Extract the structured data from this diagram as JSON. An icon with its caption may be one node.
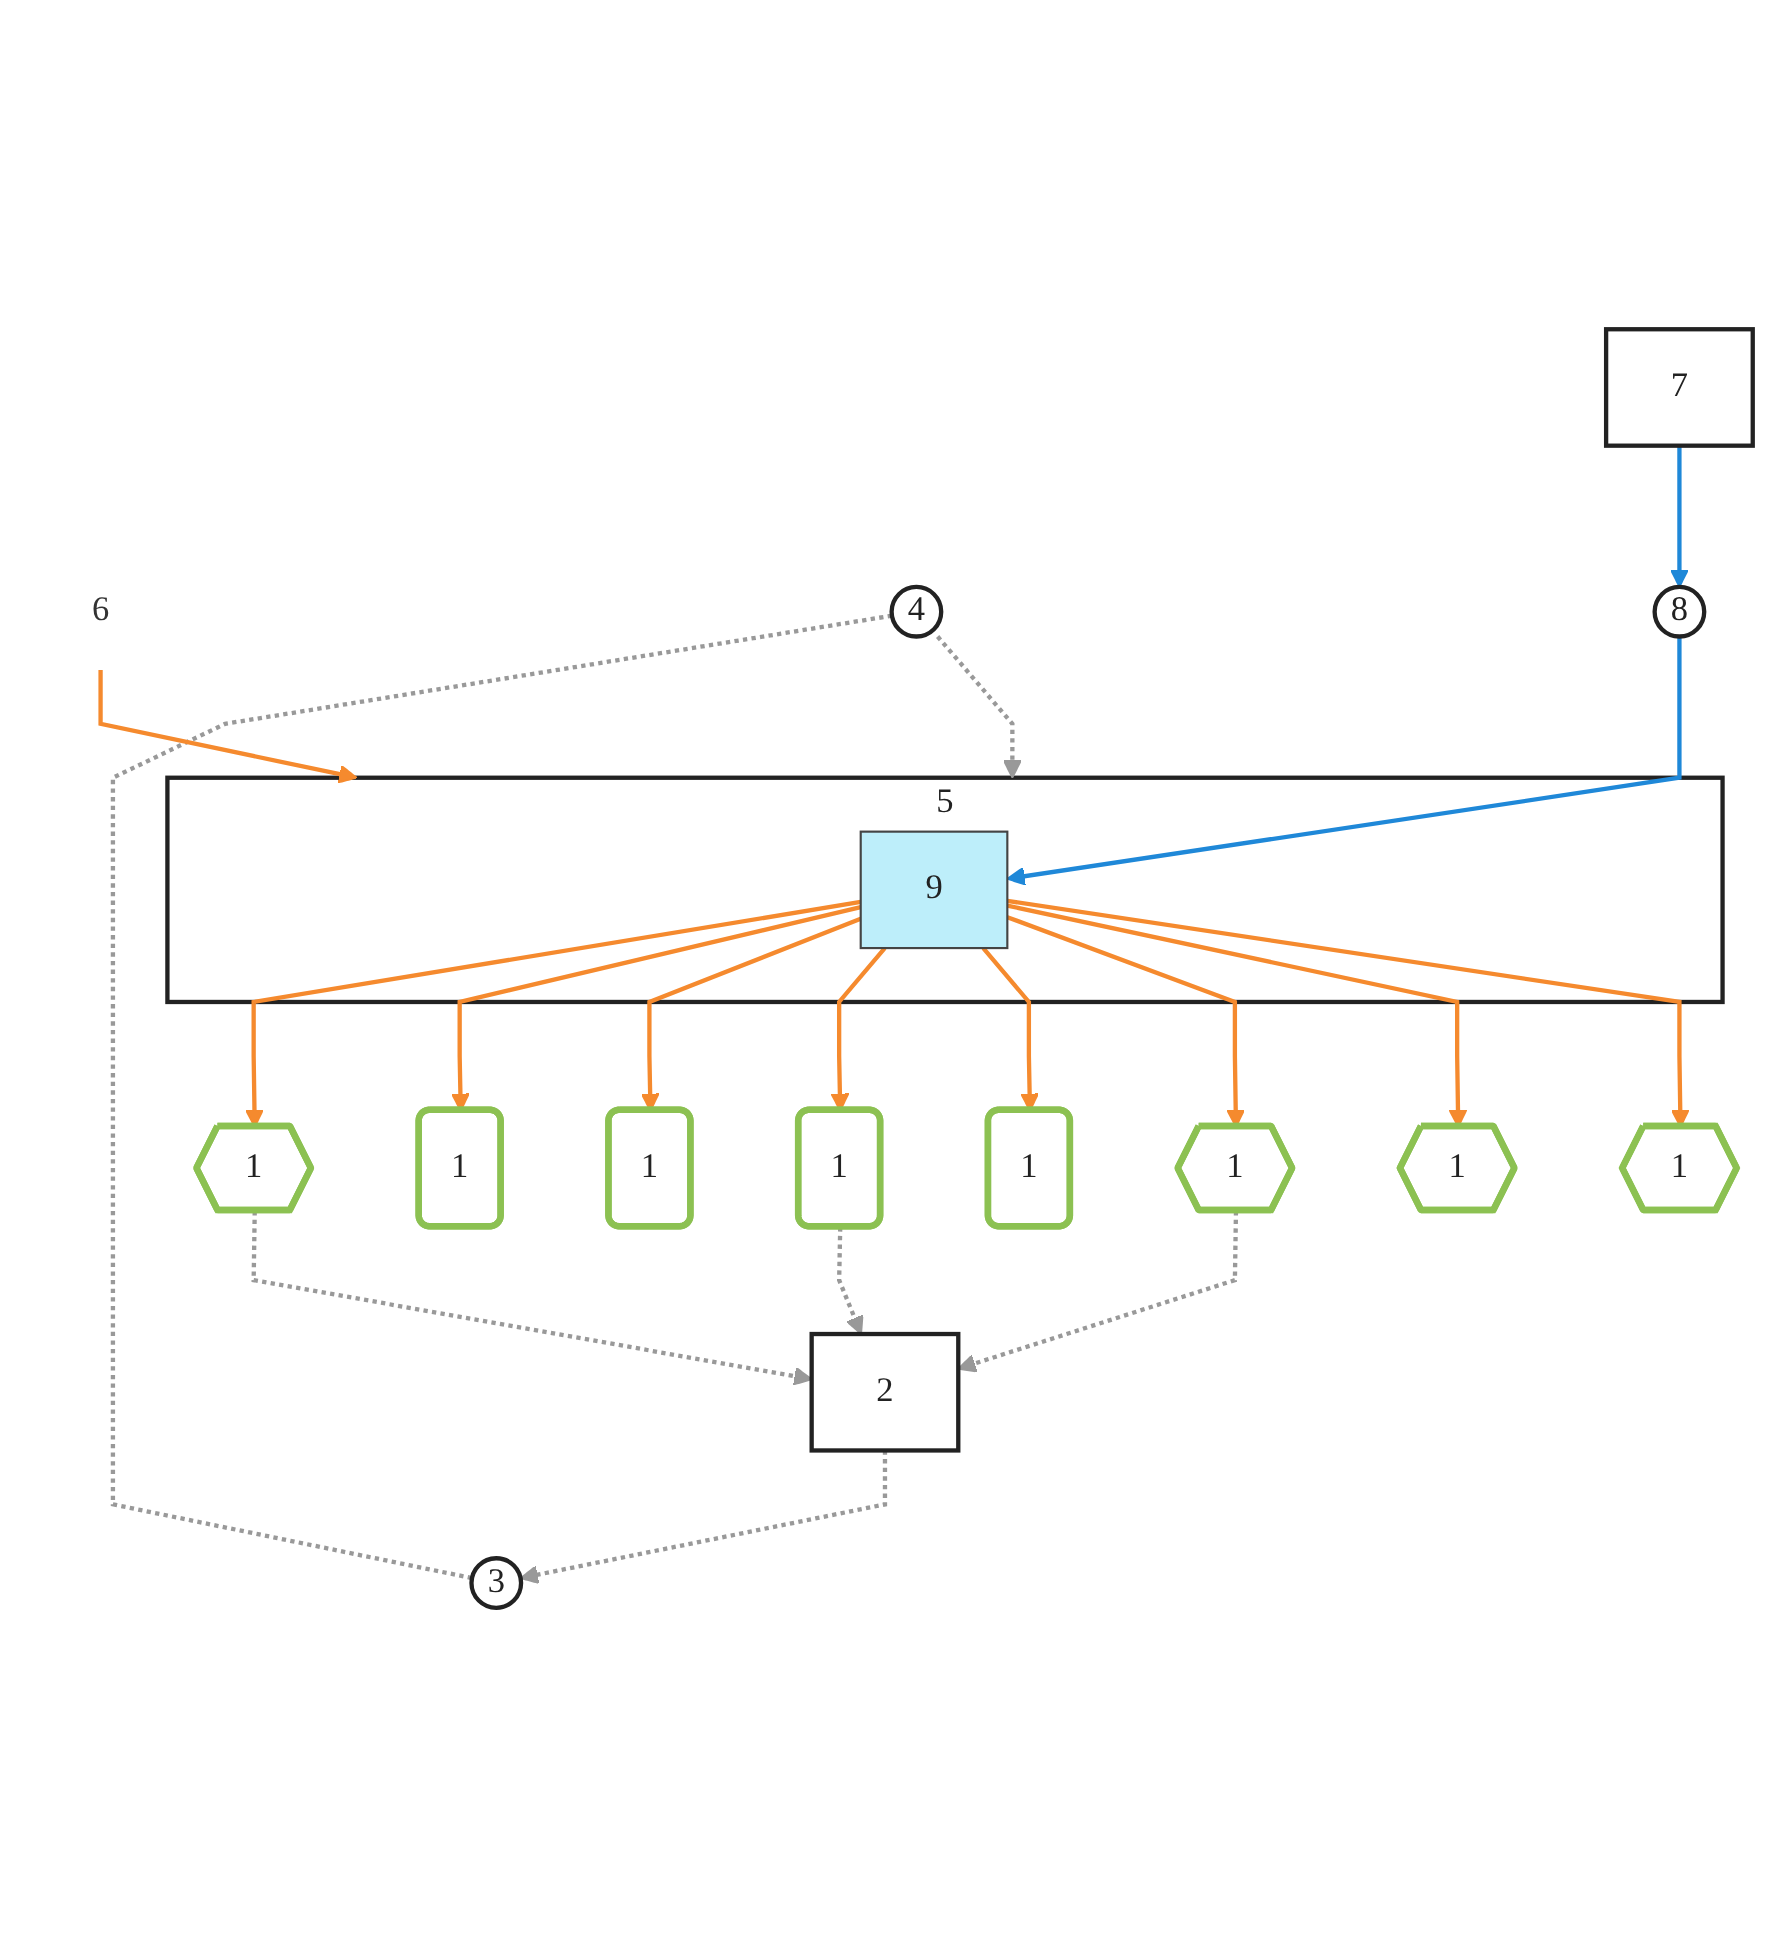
{
  "diagram": {
    "nodes": [
      {
        "text": [
          "6"
        ]
      },
      {
        "text": [
          "5"
        ]
      },
      {
        "text": [
          "9"
        ],
        "in": 1
      },
      {
        "text": [
          "4"
        ]
      },
      {
        "text": [
          "3"
        ]
      },
      {
        "text": [
          "2"
        ]
      },
      {
        "text": [
          "7"
        ]
      },
      {
        "text": [
          "8"
        ]
      },
      {
        "text": [
          "1"
        ]
      },
      {
        "text": [
          "1"
        ]
      },
      {
        "text": [
          "1"
        ]
      },
      {
        "text": [
          "1"
        ]
      },
      {
        "text": [
          "1"
        ]
      },
      {
        "text": [
          "1"
        ]
      },
      {
        "text": [
          "1"
        ]
      },
      {
        "text": [
          "1"
        ]
      }
    ],
    "edges": [
      {
        "from": 0,
        "to": 1,
        "arrow": "to"
      },
      {
        "from": 3,
        "to": 1,
        "arrow": "to",
        "style": "dashed",
        "color": "#999999"
      },
      {
        "from": 3,
        "to": 4,
        "arrow": "none",
        "style": "dashed",
        "color": "#999999"
      },
      {
        "from": 5,
        "to": 4,
        "arrow": "to",
        "style": "dashed",
        "color": "#999999"
      },
      {
        "from": 6,
        "to": 7,
        "arrow": "to",
        "color": "#1f88d8"
      },
      {
        "from": 7,
        "to": 2,
        "arrow": "to",
        "color": "#1f88d8"
      },
      {
        "from": 2,
        "to": 8,
        "arrow": "to"
      },
      {
        "from": 2,
        "to": 9,
        "arrow": "to"
      },
      {
        "from": 2,
        "to": 10,
        "arrow": "to"
      },
      {
        "from": 2,
        "to": 11,
        "arrow": "to"
      },
      {
        "from": 2,
        "to": 12,
        "arrow": "to"
      },
      {
        "from": 2,
        "to": 13,
        "arrow": "to"
      },
      {
        "from": 2,
        "to": 14,
        "arrow": "to"
      },
      {
        "from": 2,
        "to": 15,
        "arrow": "to"
      },
      {
        "from": 8,
        "to": 5,
        "arrow": "to",
        "style": "dashed",
        "color": "#999999"
      },
      {
        "from": 11,
        "to": 5,
        "arrow": "to",
        "style": "dashed",
        "color": "#999999"
      },
      {
        "from": 13,
        "to": 5,
        "arrow": "to",
        "style": "dashed",
        "color": "#999999"
      }
    ]
  }
}
